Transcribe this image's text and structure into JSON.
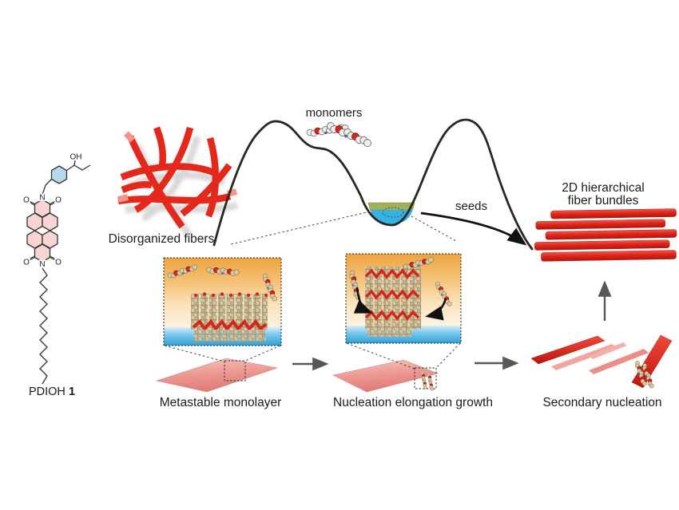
{
  "figure": {
    "molecule": {
      "label_name": "PDIOH",
      "label_number": "1",
      "hydroxyl": "OH",
      "nitrogen": "N",
      "oxygen": "O"
    },
    "landscape": {
      "monomers_label": "monomers",
      "seeds_label": "seeds"
    },
    "start_state_label": "Disorganized fibers",
    "product_label": {
      "line1": "2D hierarchical",
      "line2": "fiber bundles"
    },
    "stages": [
      {
        "label": "Metastable monolayer"
      },
      {
        "label": "Nucleation elongation growth"
      },
      {
        "label": "Secondary nucleation"
      }
    ]
  },
  "colors": {
    "fiber_red": "#e6271c",
    "dark_red": "#c01309",
    "core_pink": "#f9d4d4",
    "ring_blue": "#b5d8ec",
    "sheet_pink": "#ee9a94",
    "water_blue": "#2f9fd6",
    "valley_blue": "#35b2e4",
    "seed_green": "#a3b156",
    "inset_orange": "#efa94d",
    "arrow_gray": "#575757",
    "curve_color": "#2b2523",
    "text_color": "#1c1c1c"
  }
}
